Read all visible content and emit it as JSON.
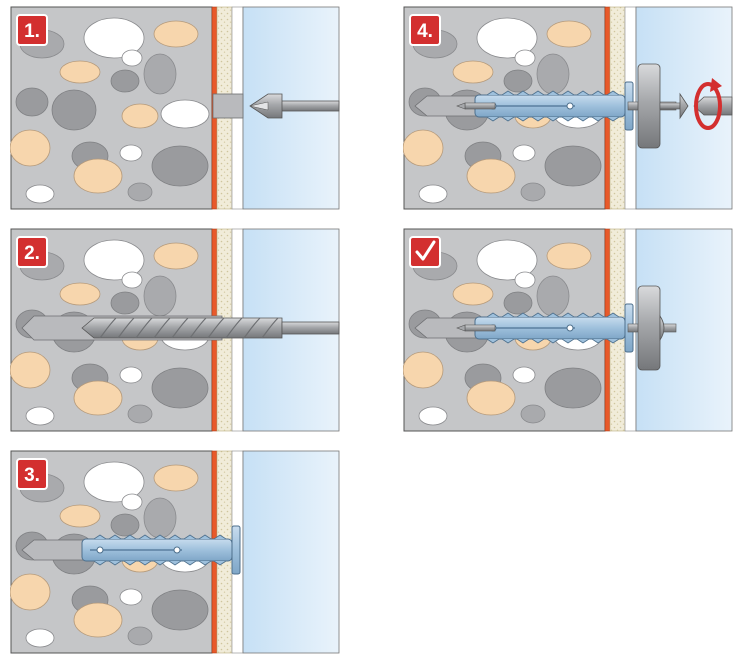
{
  "steps": [
    {
      "label": "1.",
      "action": "drill-start"
    },
    {
      "label": "2.",
      "action": "drill-through"
    },
    {
      "label": "3.",
      "action": "insert-plug"
    },
    {
      "label": "4.",
      "action": "drive-screw"
    },
    {
      "label": "",
      "action": "complete",
      "badge_icon": "check-mark-icon"
    }
  ],
  "colors": {
    "wall": "#c5c6c8",
    "stone_grey": "#9a9b9e",
    "stone_white": "#ffffff",
    "stone_tan": "#f7d6ad",
    "render_red": "#e8592a",
    "insulation": "#f1ecd9",
    "cavity": "#d4e9f8",
    "badge": "#d32f2f",
    "plug_blue": "#9ec0dc",
    "steel": "#a9abae"
  }
}
